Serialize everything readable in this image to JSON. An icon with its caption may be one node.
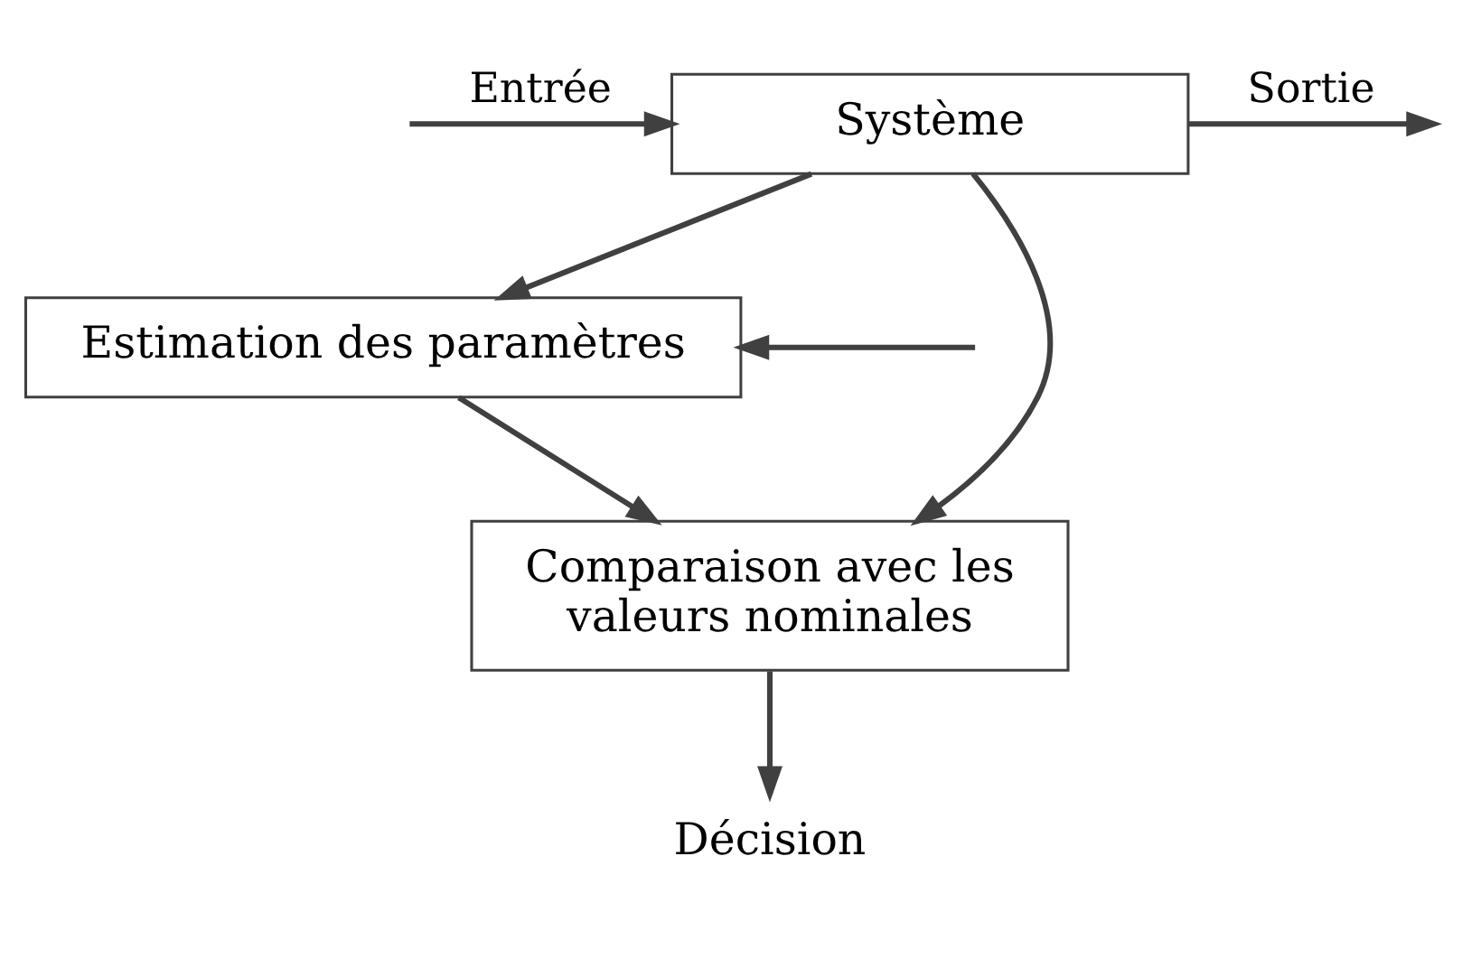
{
  "diagram": {
    "nodes": [
      {
        "text": [
          "Système"
        ]
      },
      {
        "text": [
          "Estimation des paramètres"
        ]
      },
      {
        "text": [
          "Comparaison avec les valeurs nominales"
        ]
      },
      {
        "text": [
          "Décision"
        ]
      }
    ],
    "edges": [
      {
        "from": null,
        "to": 0,
        "arrow": "to",
        "label": "Entrée"
      },
      {
        "from": null,
        "to": 1,
        "arrow": "to"
      },
      {
        "from": 0,
        "to": null,
        "arrow": "to",
        "label": "Sortie"
      },
      {
        "from": 0,
        "to": 1,
        "arrow": "to"
      },
      {
        "from": 0,
        "to": 2,
        "arrow": "to"
      },
      {
        "from": 1,
        "to": 2,
        "arrow": "to"
      },
      {
        "from": 2,
        "to": 3,
        "arrow": "to"
      }
    ]
  }
}
